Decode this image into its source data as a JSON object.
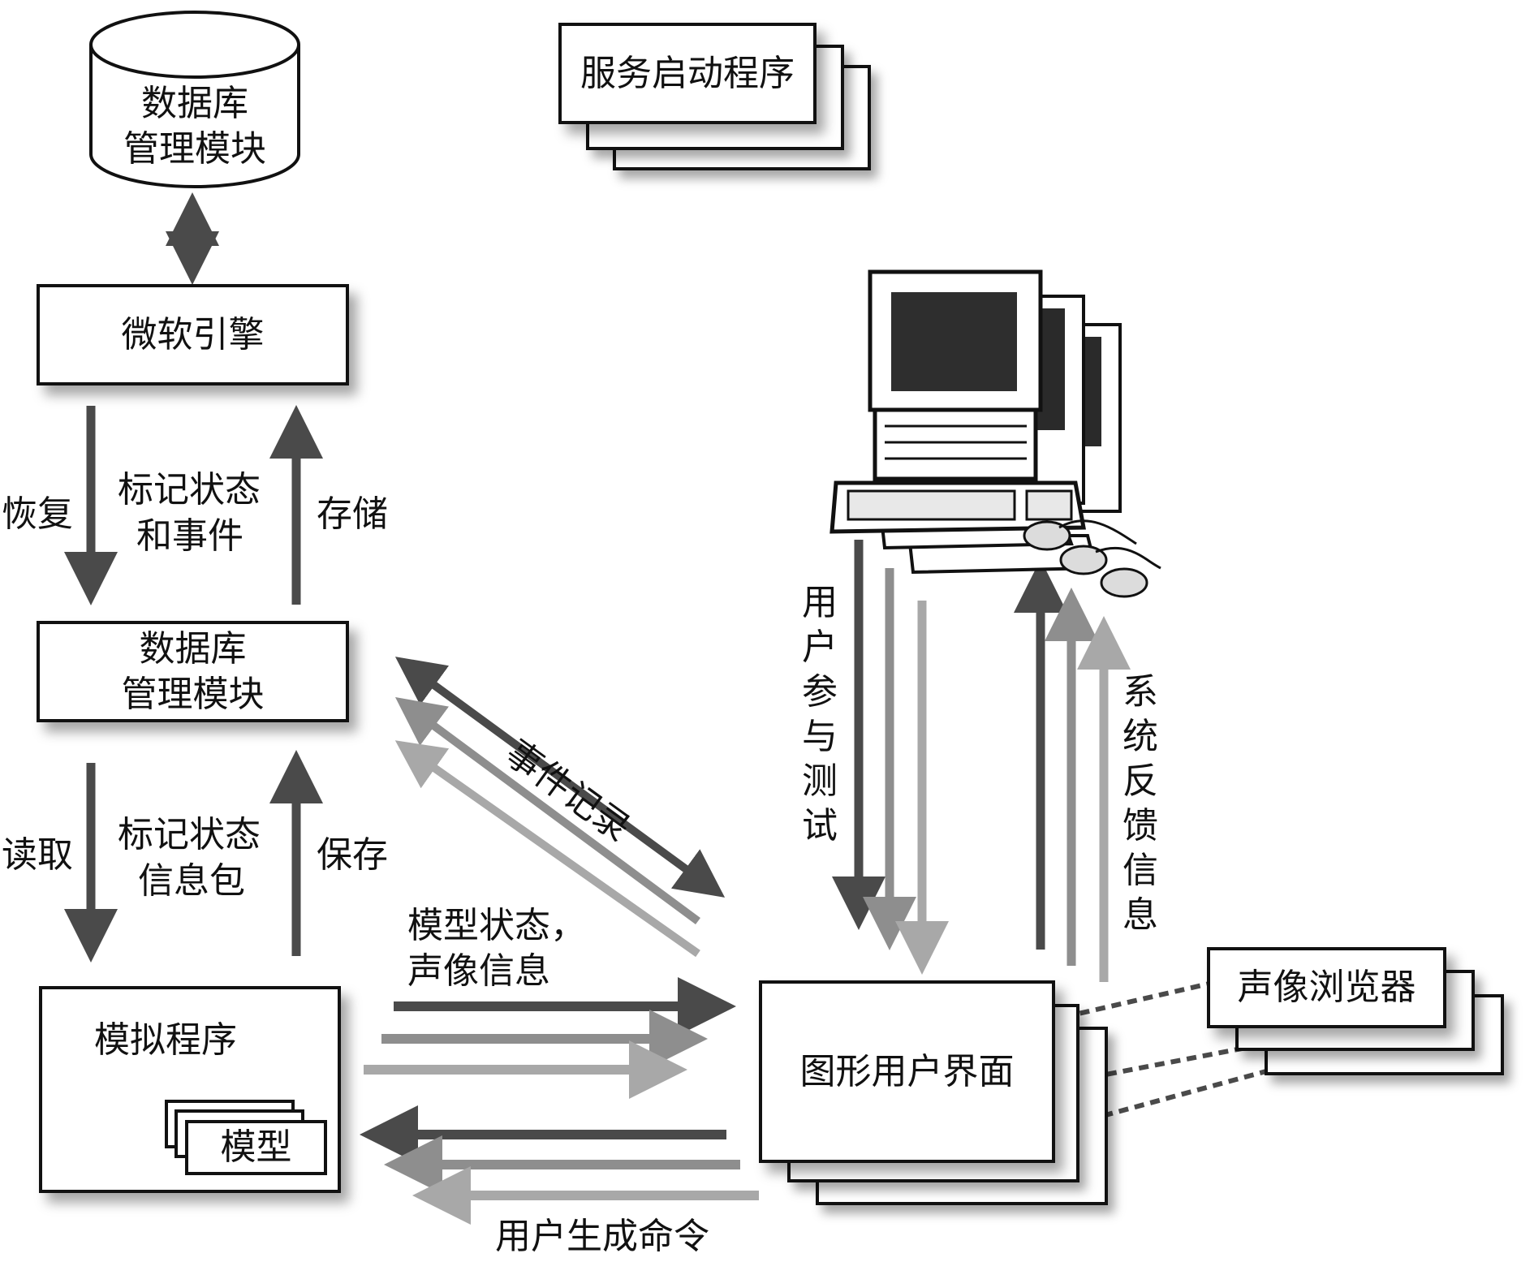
{
  "database_top": {
    "line1": "数据库",
    "line2": "管理模块"
  },
  "service_start": {
    "label": "服务启动程序"
  },
  "engine": {
    "label": "微软引擎"
  },
  "database_mid": {
    "line1": "数据库",
    "line2": "管理模块"
  },
  "simulator": {
    "label": "模拟程序",
    "model_label": "模型"
  },
  "gui": {
    "label": "图形用户界面"
  },
  "av_browser": {
    "label": "声像浏览器"
  },
  "labels": {
    "restore": "恢复",
    "mark_events_line1": "标记状态",
    "mark_events_line2": "和事件",
    "store": "存储",
    "read": "读取",
    "mark_packet_line1": "标记状态",
    "mark_packet_line2": "信息包",
    "save": "保存",
    "event_log": "事件记录",
    "model_state_line1": "模型状态，",
    "model_state_line2": "声像信息",
    "user_commands": "用户生成命令",
    "user_test": [
      "用",
      "户",
      "参",
      "与",
      "测",
      "试"
    ],
    "system_feedback": [
      "系",
      "统",
      "反",
      "馈",
      "信",
      "息"
    ]
  },
  "colors": {
    "dark": "#4a4a4a",
    "mid": "#8e8e8e",
    "light": "#a8a8a8",
    "ink": "#111111"
  }
}
